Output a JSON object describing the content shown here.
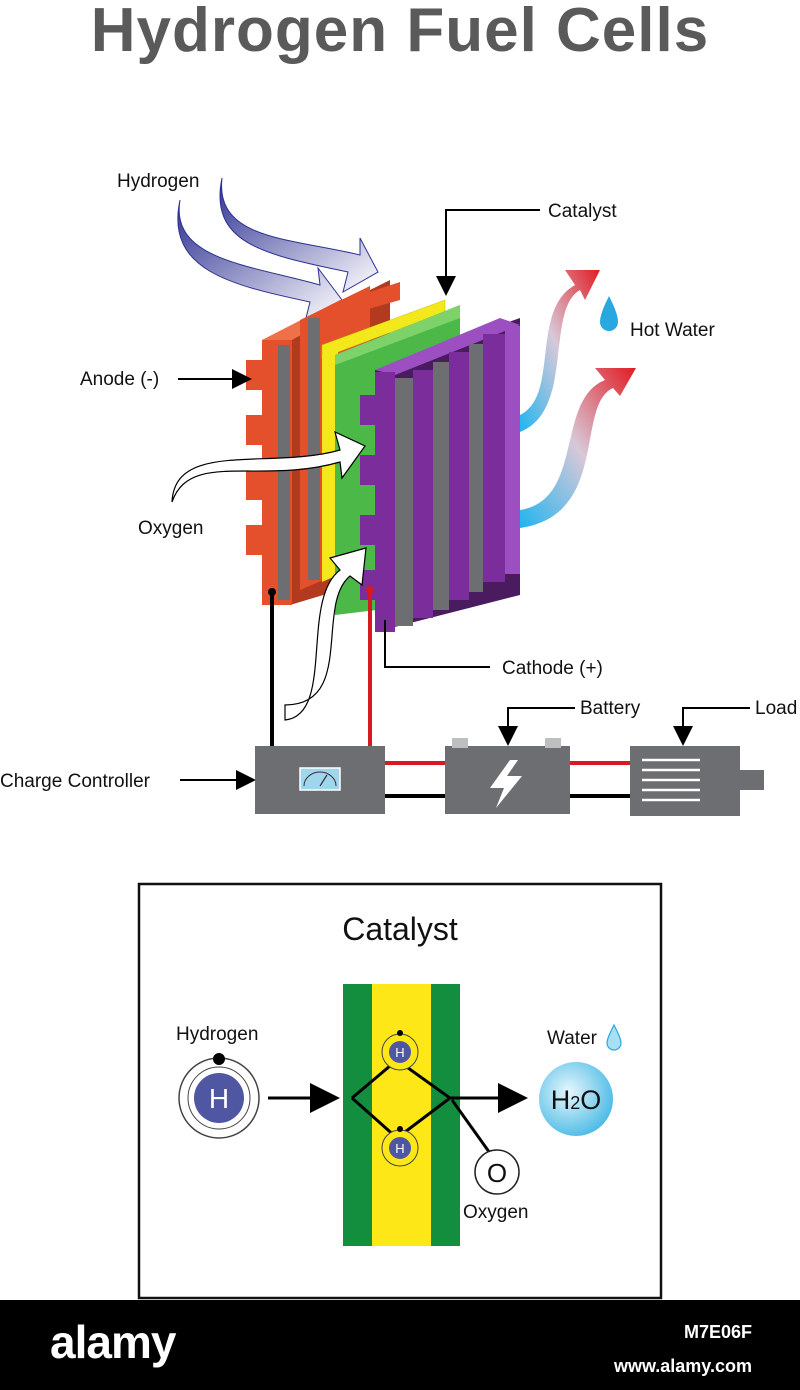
{
  "title": "Hydrogen Fuel Cells",
  "colors": {
    "anode": "#e4502b",
    "cathode": "#7b2d9b",
    "catalyst_green": "#4cb848",
    "catalyst_yellow": "#f2e81b",
    "device_gray": "#6d6e71",
    "wire_red": "#d71920",
    "wire_black": "#000000",
    "hydrogen_arrow": "#3b3f8f",
    "water_blue": "#29a8e0",
    "hot_red": "#e11b22"
  },
  "labels": {
    "hydrogen": "Hydrogen",
    "catalyst": "Catalyst",
    "hot_water": "Hot Water",
    "anode": "Anode (-)",
    "oxygen": "Oxygen",
    "cathode": "Cathode (+)",
    "battery": "Battery",
    "load": "Load",
    "charge_controller": "Charge Controller"
  },
  "inset": {
    "title": "Catalyst",
    "hydrogen_label": "Hydrogen",
    "water_label": "Water",
    "oxygen_label": "Oxygen",
    "h_symbol": "H",
    "o_symbol": "O",
    "water_molecule": "H",
    "water_subscript": "2",
    "water_o": "O"
  },
  "footer": {
    "brand": "alamy",
    "image_id": "M7E06F",
    "site": "www.alamy.com"
  }
}
